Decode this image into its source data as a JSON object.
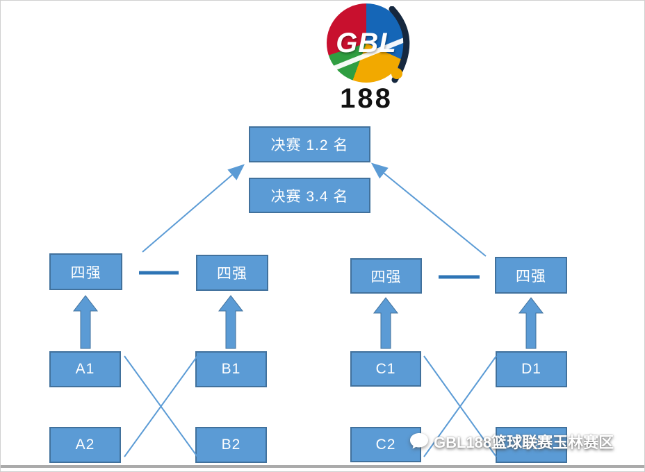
{
  "logo": {
    "brand": "GBL",
    "number": "188"
  },
  "bracket": {
    "final_1_2": "决赛 1.2 名",
    "final_3_4": "决赛 3.4 名",
    "semis": [
      "四强",
      "四强",
      "四强",
      "四强"
    ],
    "teams": {
      "a1": "A1",
      "a2": "A2",
      "b1": "B1",
      "b2": "B2",
      "c1": "C1",
      "c2": "C2",
      "d1": "D1",
      "d2": "D2"
    }
  },
  "watermark": {
    "text": "GBL188篮球联赛玉林赛区"
  },
  "colors": {
    "box_fill": "#5B9BD5",
    "box_border": "#41719C",
    "connector": "#5B9BD5"
  }
}
